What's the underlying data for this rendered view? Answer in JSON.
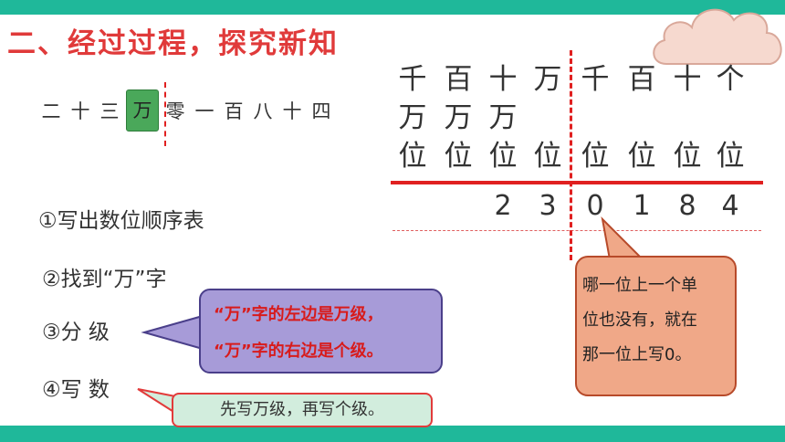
{
  "title": "二、经过过程，探究新知",
  "number_words": [
    "二",
    "十",
    "三",
    "万",
    "零",
    "一",
    "百",
    "八",
    "十",
    "四"
  ],
  "highlight_index": 3,
  "place_table": {
    "columns": [
      {
        "r1": "千",
        "r2": "万",
        "r3": "位",
        "digit": ""
      },
      {
        "r1": "百",
        "r2": "万",
        "r3": "位",
        "digit": ""
      },
      {
        "r1": "十",
        "r2": "万",
        "r3": "位",
        "digit": "2"
      },
      {
        "r1": "万",
        "r2": "",
        "r3": "位",
        "digit": "3"
      },
      {
        "r1": "千",
        "r2": "",
        "r3": "位",
        "digit": "0"
      },
      {
        "r1": "百",
        "r2": "",
        "r3": "位",
        "digit": "1"
      },
      {
        "r1": "十",
        "r2": "",
        "r3": "位",
        "digit": "8"
      },
      {
        "r1": "个",
        "r2": "",
        "r3": "位",
        "digit": "4"
      }
    ]
  },
  "steps": {
    "s1": "①写出数位顺序表",
    "s2": "②找到“万”字",
    "s3": "③分  级",
    "s4": "④写  数"
  },
  "bubble_purple": {
    "line1": "“万”字的左边是万级，",
    "line2": "“万”字的右边是个级。"
  },
  "bubble_green": "先写万级，再写个级。",
  "bubble_orange": {
    "line1": "哪一位上一个单",
    "line2": "位也没有，就在",
    "line3": "那一位上写0。"
  },
  "colors": {
    "bar": "#1fb89a",
    "title": "#e03a3a",
    "highlight": "#4aa85a",
    "purple_bubble": "#a79bd8",
    "green_bubble": "#d2eddd",
    "orange_bubble": "#f0a888"
  }
}
